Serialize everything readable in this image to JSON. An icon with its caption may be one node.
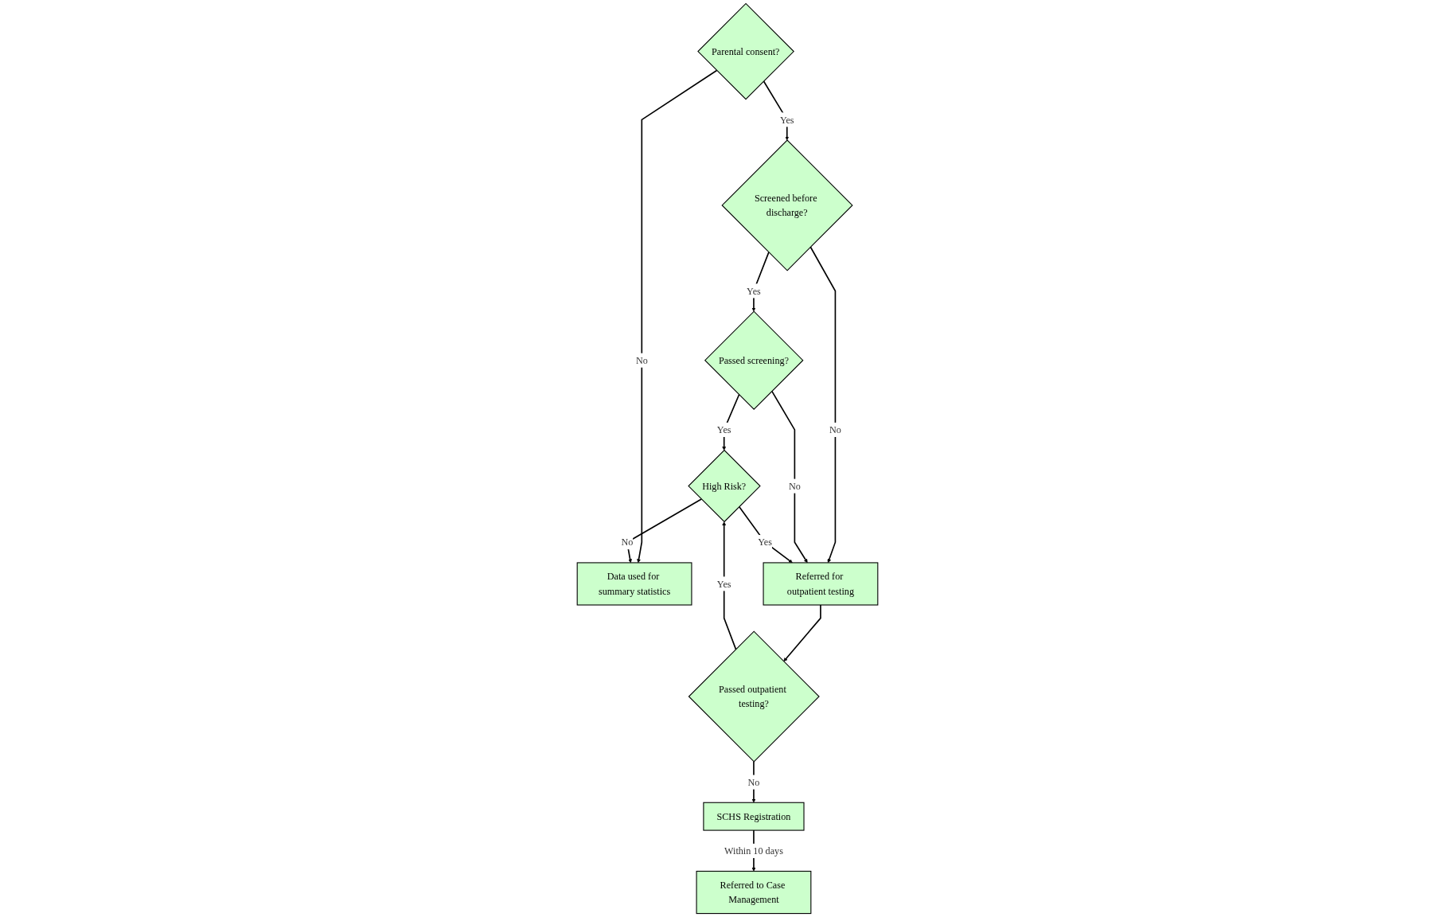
{
  "diagram": {
    "nodes": [
      {
        "text": [
          "Parental consent?"
        ]
      },
      {
        "text": [
          "Screened before discharge?"
        ]
      },
      {
        "text": [
          "Passed screening?"
        ]
      },
      {
        "text": [
          "High Risk?"
        ]
      },
      {
        "text": [
          "Data used for summary statistics"
        ]
      },
      {
        "text": [
          "Referred for outpatient testing"
        ]
      },
      {
        "text": [
          "Passed outpatient testing?"
        ]
      },
      {
        "text": [
          "SCHS Registration"
        ]
      },
      {
        "text": [
          "Referred to Case Management"
        ]
      }
    ],
    "edges": [
      {
        "from": 0,
        "to": 1,
        "arrow": "to",
        "label": "Yes"
      },
      {
        "from": 0,
        "to": 4,
        "arrow": "to",
        "label": "No"
      },
      {
        "from": 1,
        "to": 2,
        "arrow": "to",
        "label": "Yes"
      },
      {
        "from": 1,
        "to": 5,
        "arrow": "to",
        "label": "No"
      },
      {
        "from": 2,
        "to": 3,
        "arrow": "to",
        "label": "Yes"
      },
      {
        "from": 2,
        "to": 5,
        "arrow": "to",
        "label": "No"
      },
      {
        "from": 3,
        "to": 4,
        "arrow": "to",
        "label": "No"
      },
      {
        "from": 3,
        "to": 5,
        "arrow": "to",
        "label": "Yes"
      },
      {
        "from": 5,
        "to": 6,
        "arrow": "to"
      },
      {
        "from": 6,
        "to": 3,
        "arrow": "to",
        "label": "Yes"
      },
      {
        "from": 6,
        "to": 7,
        "arrow": "to",
        "label": "No"
      },
      {
        "from": 7,
        "to": 8,
        "arrow": "to",
        "label": "Within 10 days"
      }
    ]
  }
}
